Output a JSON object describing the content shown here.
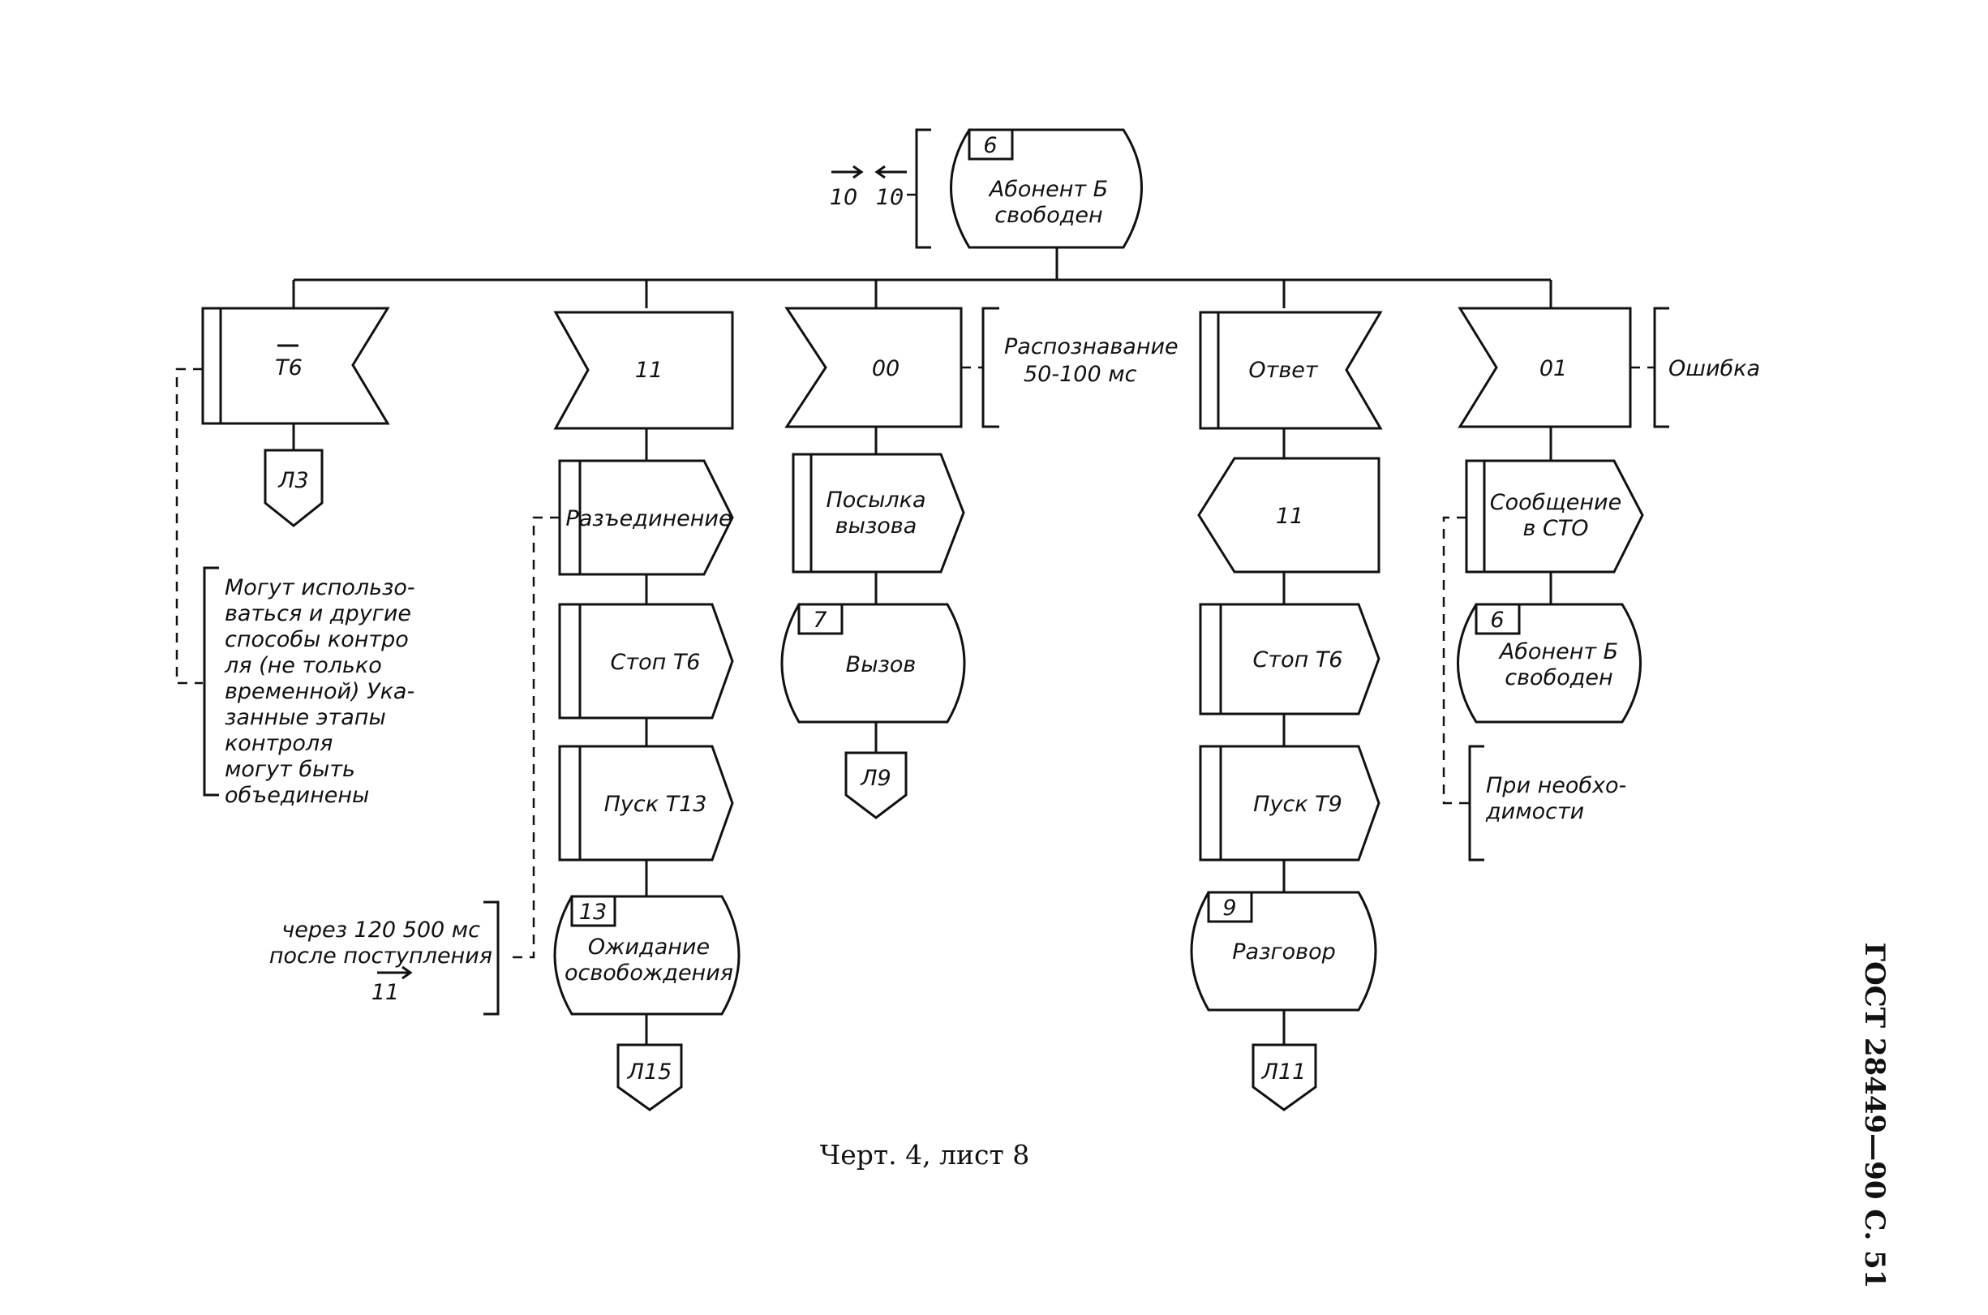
{
  "top": {
    "state_no": "6",
    "label_l1": "Абонент Б",
    "label_l2": "свободен"
  },
  "top_signals": {
    "out": "10",
    "in": "10"
  },
  "col1": {
    "input": "T6",
    "connector": "Л3",
    "note": [
      "Могут использо-",
      "ваться и другие",
      "способы контро",
      "ля (не только",
      "временной) Ука-",
      "занные этапы",
      "контроля",
      "могут быть",
      "объединены"
    ]
  },
  "col2": {
    "input": "11",
    "task1": "Разъединение",
    "task2": "Стоп T6",
    "task3": "Пуск T13",
    "state_no": "13",
    "state_l1": "Ожидание",
    "state_l2": "освобождения",
    "connector": "Л15",
    "note": [
      "через 120 500 мс",
      "после поступления",
      "11"
    ]
  },
  "col3": {
    "input": "00",
    "task1_l1": "Посылка",
    "task1_l2": "вызова",
    "state_no": "7",
    "state": "Вызов",
    "connector": "Л9",
    "note_l1": "Распознавание",
    "note_l2": "50-100 мс"
  },
  "col4": {
    "input": "Ответ",
    "output": "11",
    "task1": "Стоп T6",
    "task2": "Пуск T9",
    "state_no": "9",
    "state": "Разговор",
    "connector": "Л11"
  },
  "col5": {
    "input": "01",
    "note": "Ошибка",
    "task1_l1": "Сообщение",
    "task1_l2": "в СТО",
    "state_no": "6",
    "state_l1": "Абонент Б",
    "state_l2": "свободен",
    "note2_l1": "При необхо-",
    "note2_l2": "димости"
  },
  "caption": "Черт. 4, лист 8",
  "side_label": "ГОСТ 28449—90 С. 51"
}
